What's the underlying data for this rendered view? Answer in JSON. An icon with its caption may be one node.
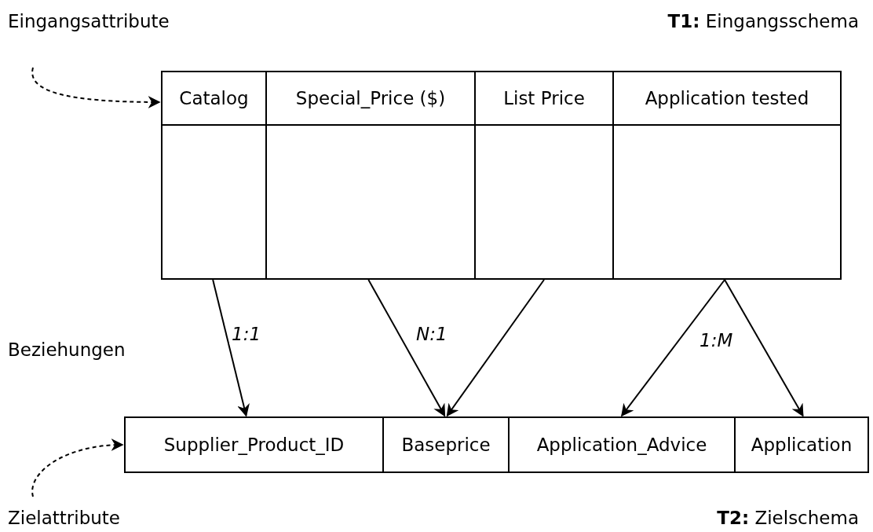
{
  "diagram": {
    "nodes": [
      {
        "text": [
          "Eingangsattribute"
        ]
      },
      {
        "text": [
          "Catalog"
        ]
      },
      {
        "text": [
          "Special_Price ($)"
        ]
      },
      {
        "text": [
          "List Price"
        ]
      },
      {
        "text": [
          "Application tested"
        ]
      },
      {
        "text": [
          "Supplier_Product_ID"
        ]
      },
      {
        "text": [
          "Baseprice"
        ]
      },
      {
        "text": [
          "Application_Advice"
        ]
      },
      {
        "text": [
          "Application"
        ]
      },
      {
        "text": [
          "Zielattribute"
        ]
      }
    ],
    "edges": [
      {
        "from": 0,
        "to": 1,
        "arrow": "to",
        "style": "dashed"
      },
      {
        "from": 1,
        "to": 5,
        "arrow": "to",
        "label": "1:1"
      },
      {
        "from": 2,
        "to": 6,
        "arrow": "to",
        "label": "N:1"
      },
      {
        "from": 3,
        "to": 6,
        "arrow": "to"
      },
      {
        "from": 4,
        "to": 7,
        "arrow": "to",
        "label": "1:M"
      },
      {
        "from": 4,
        "to": 8,
        "arrow": "to"
      },
      {
        "from": 9,
        "to": 5,
        "arrow": "to",
        "style": "dashed"
      }
    ],
    "labels": [
      "**T1:** Eingangsschema",
      "Beziehungen",
      "**T2:** Zielschema"
    ]
  }
}
